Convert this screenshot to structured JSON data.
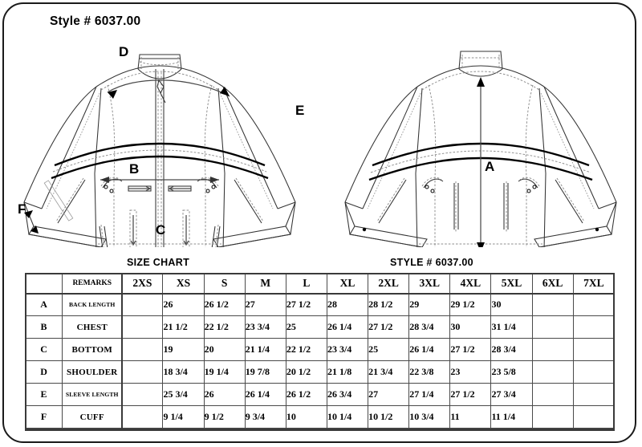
{
  "document": {
    "style_title": "Style # 6037.00",
    "chart_heading_left": "SIZE CHART",
    "chart_heading_right": "STYLE #  6037.00"
  },
  "technical_drawing": {
    "front_view": {
      "name": "front-jacket-illustration",
      "callouts": [
        {
          "letter": "D",
          "measures": "SHOULDER"
        },
        {
          "letter": "E",
          "measures": "SLEEVE LENGTH"
        },
        {
          "letter": "B",
          "measures": "CHEST"
        },
        {
          "letter": "C",
          "measures": "BOTTOM"
        },
        {
          "letter": "F",
          "measures": "CUFF"
        }
      ]
    },
    "back_view": {
      "name": "back-jacket-illustration",
      "callouts": [
        {
          "letter": "A",
          "measures": "BACK LENGTH"
        }
      ]
    }
  },
  "chart_data": {
    "type": "table",
    "title": "SIZE CHART",
    "columns": [
      "",
      "REMARKS",
      "2XS",
      "XS",
      "S",
      "M",
      "L",
      "XL",
      "2XL",
      "3XL",
      "4XL",
      "5XL",
      "6XL",
      "7XL"
    ],
    "rows": [
      {
        "key": "A",
        "remark": "BACK LENGTH",
        "remark_size": "sm",
        "values": [
          "",
          "26",
          "26 1/2",
          "27",
          "27 1/2",
          "28",
          "28 1/2",
          "29",
          "29 1/2",
          "30",
          "",
          ""
        ]
      },
      {
        "key": "B",
        "remark": "CHEST",
        "remark_size": "md",
        "values": [
          "",
          "21 1/2",
          "22 1/2",
          "23 3/4",
          "25",
          "26 1/4",
          "27 1/2",
          "28 3/4",
          "30",
          "31 1/4",
          "",
          ""
        ]
      },
      {
        "key": "C",
        "remark": "BOTTOM",
        "remark_size": "md",
        "values": [
          "",
          "19",
          "20",
          "21 1/4",
          "22 1/2",
          "23 3/4",
          "25",
          "26 1/4",
          "27 1/2",
          "28 3/4",
          "",
          ""
        ]
      },
      {
        "key": "D",
        "remark": "SHOULDER",
        "remark_size": "md",
        "values": [
          "",
          "18 3/4",
          "19 1/4",
          "19 7/8",
          "20 1/2",
          "21 1/8",
          "21 3/4",
          "22 3/8",
          "23",
          "23 5/8",
          "",
          ""
        ]
      },
      {
        "key": "E",
        "remark": "SLEEVE LENGTH",
        "remark_size": "sm",
        "values": [
          "",
          "25 3/4",
          "26",
          "26 1/4",
          "26 1/2",
          "26 3/4",
          "27",
          "27 1/4",
          "27 1/2",
          "27 3/4",
          "",
          ""
        ]
      },
      {
        "key": "F",
        "remark": "CUFF",
        "remark_size": "md",
        "values": [
          "",
          "9 1/4",
          "9 1/2",
          "9 3/4",
          "10",
          "10 1/4",
          "10 1/2",
          "10 3/4",
          "11",
          "11 1/4",
          "",
          ""
        ]
      }
    ]
  }
}
